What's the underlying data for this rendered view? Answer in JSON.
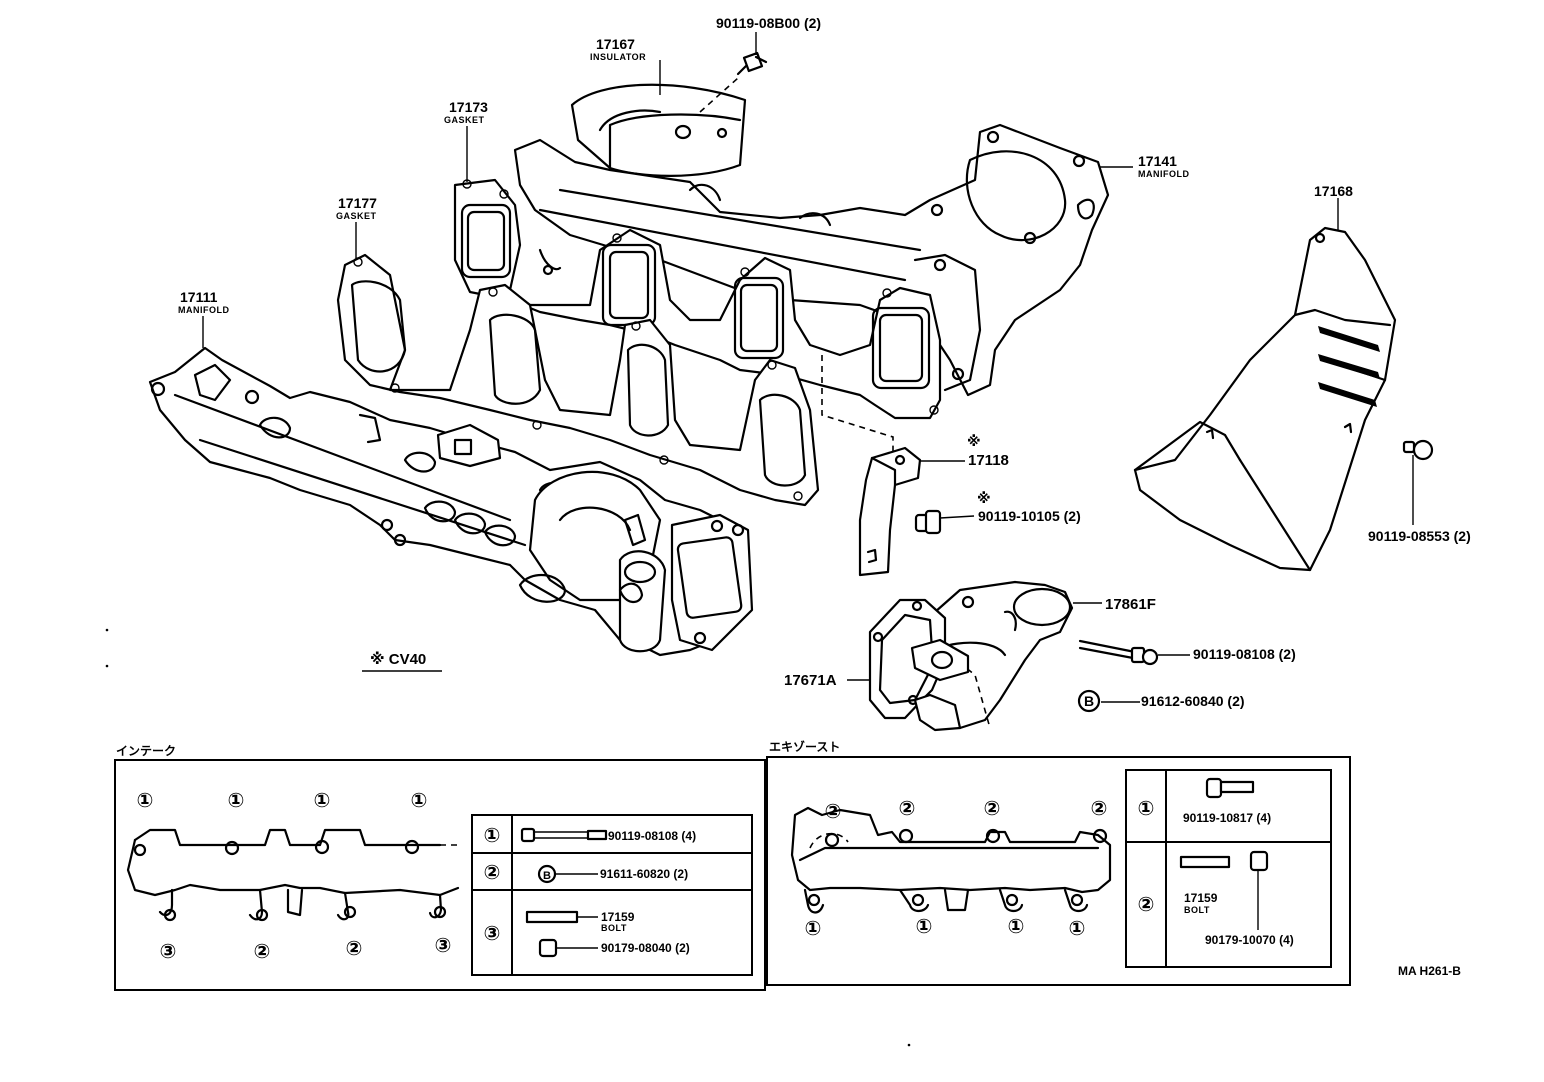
{
  "parts": {
    "p17167": {
      "number": "17167",
      "name": "INSULATOR"
    },
    "p90119_08B00": {
      "number": "90119-08B00 (2)"
    },
    "p17173": {
      "number": "17173",
      "name": "GASKET"
    },
    "p17177": {
      "number": "17177",
      "name": "GASKET"
    },
    "p17141": {
      "number": "17141",
      "name": "MANIFOLD"
    },
    "p17168": {
      "number": "17168"
    },
    "p17111": {
      "number": "17111",
      "name": "MANIFOLD"
    },
    "p17118": {
      "mark": "※",
      "number": "17118"
    },
    "p90119_10105": {
      "mark": "※",
      "number": "90119-10105 (2)"
    },
    "p90119_08553": {
      "number": "90119-08553 (2)"
    },
    "p17861F": {
      "number": "17861F"
    },
    "p90119_08108": {
      "number": "90119-08108 (2)"
    },
    "p17671A": {
      "number": "17671A"
    },
    "p91612_60840": {
      "marker": "B",
      "number": "91612-60840 (2)"
    }
  },
  "note_cv40": "※ CV40",
  "intake": {
    "title": "インテーク",
    "top_markers": [
      "①",
      "①",
      "①",
      "①"
    ],
    "bottom_markers": [
      "③",
      "②",
      "②",
      "③"
    ],
    "table": [
      {
        "key": "①",
        "parts": [
          "90119-08108 (4)"
        ]
      },
      {
        "key": "②",
        "marker": "B",
        "parts": [
          "91611-60820 (2)"
        ]
      },
      {
        "key": "③",
        "parts": [
          "17159",
          "90179-08040 (2)"
        ],
        "sub_name": "BOLT"
      }
    ]
  },
  "exhaust": {
    "title": "エキゾースト",
    "top_markers": [
      "②",
      "②",
      "②",
      "②"
    ],
    "bottom_markers": [
      "①",
      "①",
      "①",
      "①"
    ],
    "table": [
      {
        "key": "①",
        "parts": [
          "90119-10817 (4)"
        ]
      },
      {
        "key": "②",
        "parts": [
          "17159",
          "90179-10070 (4)"
        ],
        "sub_name": "BOLT"
      }
    ]
  },
  "ref_code": "MA H261-B"
}
